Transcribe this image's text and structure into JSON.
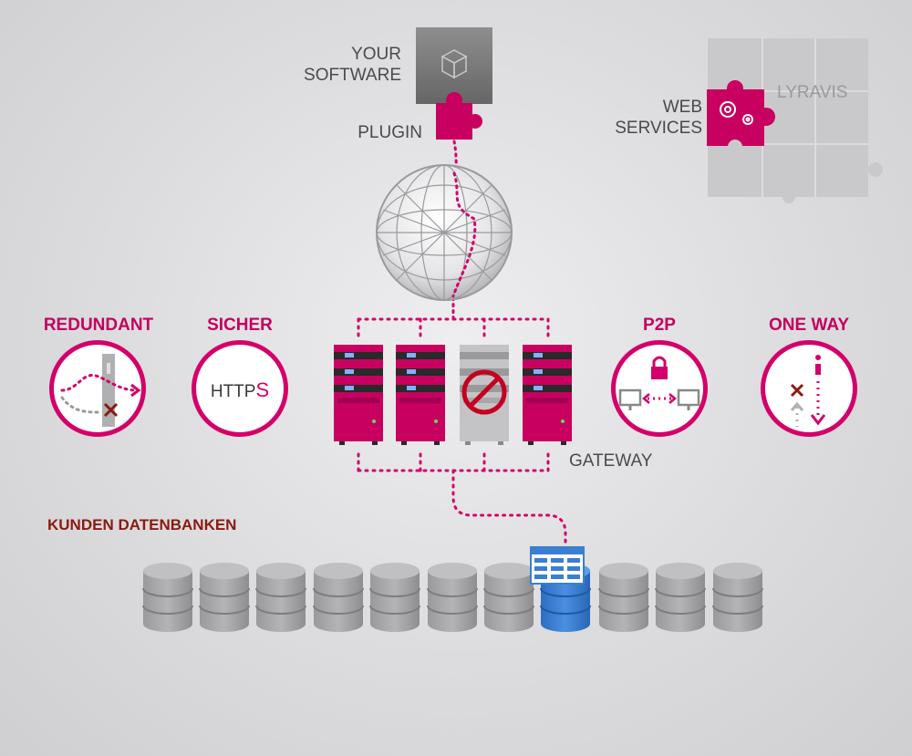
{
  "top": {
    "your_software_line1": "YOUR",
    "your_software_line2": "SOFTWARE",
    "plugin": "PLUGIN",
    "web_services_line1": "WEB",
    "web_services_line2": "SERVICES",
    "lyravis": "LYRAVIS"
  },
  "features": {
    "redundant": "REDUNDANT",
    "sicher": "SICHER",
    "https_main": "HTTP",
    "https_s": "S",
    "p2p": "P2P",
    "one_way": "ONE WAY"
  },
  "gateway": "GATEWAY",
  "databases_title": "KUNDEN DATENBANKEN",
  "colors": {
    "accent": "#d4006a",
    "dark_red": "#8b1a10",
    "gray": "#a0a0a0",
    "blue": "#3a7fd0"
  },
  "icons": [
    "cube-icon",
    "puzzle-icon",
    "gear-icon",
    "globe-icon",
    "server-icon",
    "blocked-icon",
    "lock-icon",
    "monitor-icon",
    "info-icon",
    "database-icon",
    "table-icon"
  ]
}
